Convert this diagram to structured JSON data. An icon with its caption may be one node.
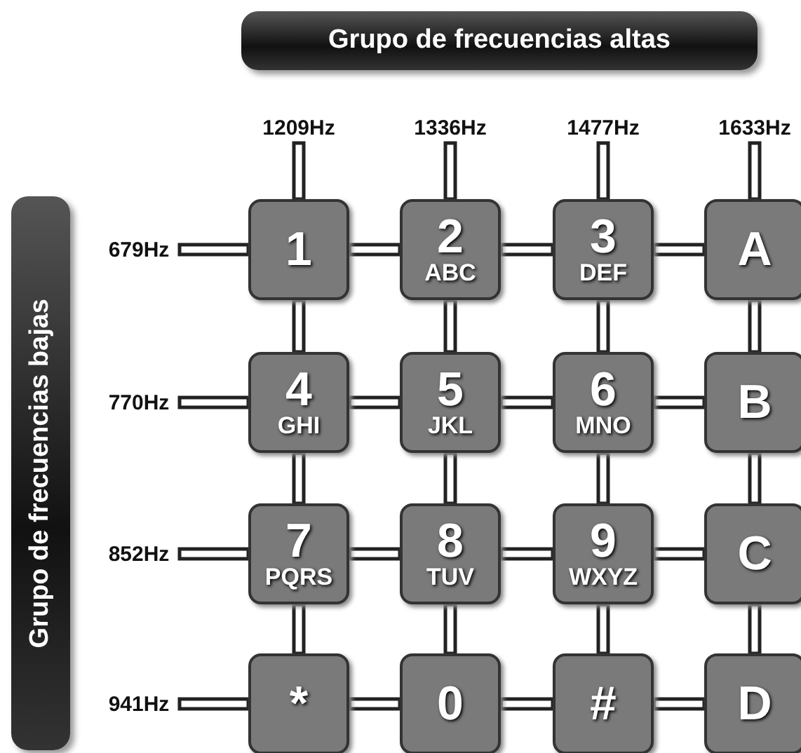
{
  "diagram": {
    "nodes": [
      {
        "text": [
          "Grupo de frecuencias altas"
        ]
      },
      {
        "text": [
          "1209Hz"
        ]
      },
      {
        "text": [
          "1336Hz"
        ]
      },
      {
        "text": [
          "1477Hz"
        ]
      },
      {
        "text": [
          "1633Hz"
        ]
      },
      {
        "text": [
          "Grupo de frecuencias bajas"
        ]
      },
      {
        "text": [
          "679Hz"
        ]
      },
      {
        "text": [
          "1"
        ]
      },
      {
        "text": [
          "2",
          "ABC"
        ]
      },
      {
        "text": [
          "3",
          "DEF"
        ]
      },
      {
        "text": [
          "A"
        ]
      },
      {
        "text": [
          "770Hz"
        ]
      },
      {
        "text": [
          "4",
          "GHI"
        ]
      },
      {
        "text": [
          "5",
          "JKL"
        ]
      },
      {
        "text": [
          "6",
          "MNO"
        ]
      },
      {
        "text": [
          "B"
        ]
      },
      {
        "text": [
          "852Hz"
        ]
      },
      {
        "text": [
          "7",
          "PQRS"
        ]
      },
      {
        "text": [
          "8",
          "TUV"
        ]
      },
      {
        "text": [
          "9",
          "WXYZ"
        ]
      },
      {
        "text": [
          "C"
        ]
      },
      {
        "text": [
          "941Hz"
        ]
      },
      {
        "text": [
          "*"
        ]
      },
      {
        "text": [
          "0"
        ]
      },
      {
        "text": [
          "#"
        ]
      },
      {
        "text": [
          "D"
        ]
      }
    ],
    "edges": [
      {
        "from": 6,
        "to": 7,
        "arrow": "none"
      },
      {
        "from": 7,
        "to": 8,
        "arrow": "none"
      },
      {
        "from": 8,
        "to": 9,
        "arrow": "none"
      },
      {
        "from": 9,
        "to": 10,
        "arrow": "none"
      },
      {
        "from": 11,
        "to": 12,
        "arrow": "none"
      },
      {
        "from": 12,
        "to": 13,
        "arrow": "none"
      },
      {
        "from": 13,
        "to": 14,
        "arrow": "none"
      },
      {
        "from": 14,
        "to": 15,
        "arrow": "none"
      },
      {
        "from": 16,
        "to": 17,
        "arrow": "none"
      },
      {
        "from": 17,
        "to": 18,
        "arrow": "none"
      },
      {
        "from": 18,
        "to": 19,
        "arrow": "none"
      },
      {
        "from": 19,
        "to": 20,
        "arrow": "none"
      },
      {
        "from": 21,
        "to": 22,
        "arrow": "none"
      },
      {
        "from": 22,
        "to": 23,
        "arrow": "none"
      },
      {
        "from": 23,
        "to": 24,
        "arrow": "none"
      },
      {
        "from": 24,
        "to": 25,
        "arrow": "none"
      },
      {
        "from": 1,
        "to": 7,
        "arrow": "none"
      },
      {
        "from": 7,
        "to": 12,
        "arrow": "none"
      },
      {
        "from": 12,
        "to": 17,
        "arrow": "none"
      },
      {
        "from": 17,
        "to": 22,
        "arrow": "none"
      },
      {
        "from": 2,
        "to": 8,
        "arrow": "none"
      },
      {
        "from": 8,
        "to": 13,
        "arrow": "none"
      },
      {
        "from": 13,
        "to": 18,
        "arrow": "none"
      },
      {
        "from": 18,
        "to": 23,
        "arrow": "none"
      },
      {
        "from": 3,
        "to": 9,
        "arrow": "none"
      },
      {
        "from": 9,
        "to": 14,
        "arrow": "none"
      },
      {
        "from": 14,
        "to": 19,
        "arrow": "none"
      },
      {
        "from": 19,
        "to": 24,
        "arrow": "none"
      },
      {
        "from": 4,
        "to": 10,
        "arrow": "none"
      },
      {
        "from": 10,
        "to": 15,
        "arrow": "none"
      },
      {
        "from": 15,
        "to": 20,
        "arrow": "none"
      },
      {
        "from": 20,
        "to": 25,
        "arrow": "none"
      }
    ]
  }
}
